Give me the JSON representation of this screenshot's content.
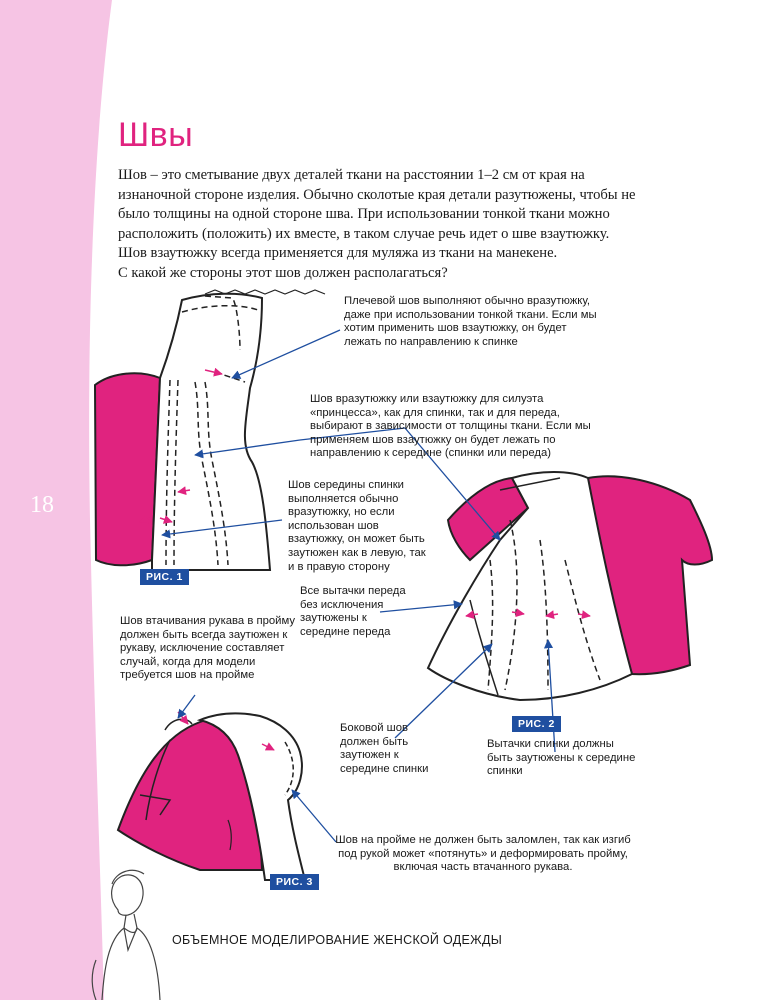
{
  "page": {
    "number": "18",
    "title": "Швы",
    "footer": "ОБЪЕМНОЕ МОДЕЛИРОВАНИЕ ЖЕНСКОЙ ОДЕЖДЫ"
  },
  "intro": {
    "paragraph": "Шов – это сметывание двух деталей ткани на расстоянии 1–2 см от края на изнаночной стороне изделия. Обычно сколотые края детали разутюжены, чтобы не было толщины на одной стороне шва. При использовании тонкой ткани можно расположить (положить) их вместе, в таком случае речь идет о шве взаутюжку. Шов взаутюжку всегда применяется для муляжа из ткани на манекене.",
    "question": "С какой же стороны этот шов должен располагаться?"
  },
  "notes": {
    "shoulder_seam": "Плечевой шов выполняют обычно вразутюжку, даже при использовании тонкой ткани. Если мы хотим применить шов взаутюжку, он будет лежать по направлению к спинке",
    "princess_seam": "Шов вразутюжку или взаутюжку для силуэта «принцесса», как для спинки, так и для переда, выбирают в зависимости от толщины ткани. Если мы применяем шов взаутюжку он будет лежать по направлению к середине (спинки или переда)",
    "center_back_seam": "Шов середины спинки выполняется обычно вразутюжку, но если использован шов взаутюжку, он может быть заутюжен как в левую, так и в правую сторону",
    "front_darts": "Все вытачки переда без исключения заутюжены к середине переда",
    "sleeve_seam": "Шов втачивания рукава в пройму должен быть всегда заутюжен к рукаву, исключение составляет случай, когда для модели требуется шов на пройме",
    "side_seam": "Боковой шов должен быть заутюжен к середине спинки",
    "back_darts": "Вытачки спинки должны быть заутюжены к середине спинки",
    "armhole_seam": "Шов на пройме не должен быть заломлен, так как изгиб под рукой может «потянуть» и деформировать пройму, включая часть втачанного рукава."
  },
  "figures": {
    "fig1": "РИС. 1",
    "fig2": "РИС. 2",
    "fig3": "РИС. 3"
  },
  "colors": {
    "accent": "#e0237f",
    "band": "#f6c4e4",
    "label_bg": "#1f4fa0",
    "arrow": "#1f4fa0",
    "seam_arrow": "#e0237f"
  }
}
